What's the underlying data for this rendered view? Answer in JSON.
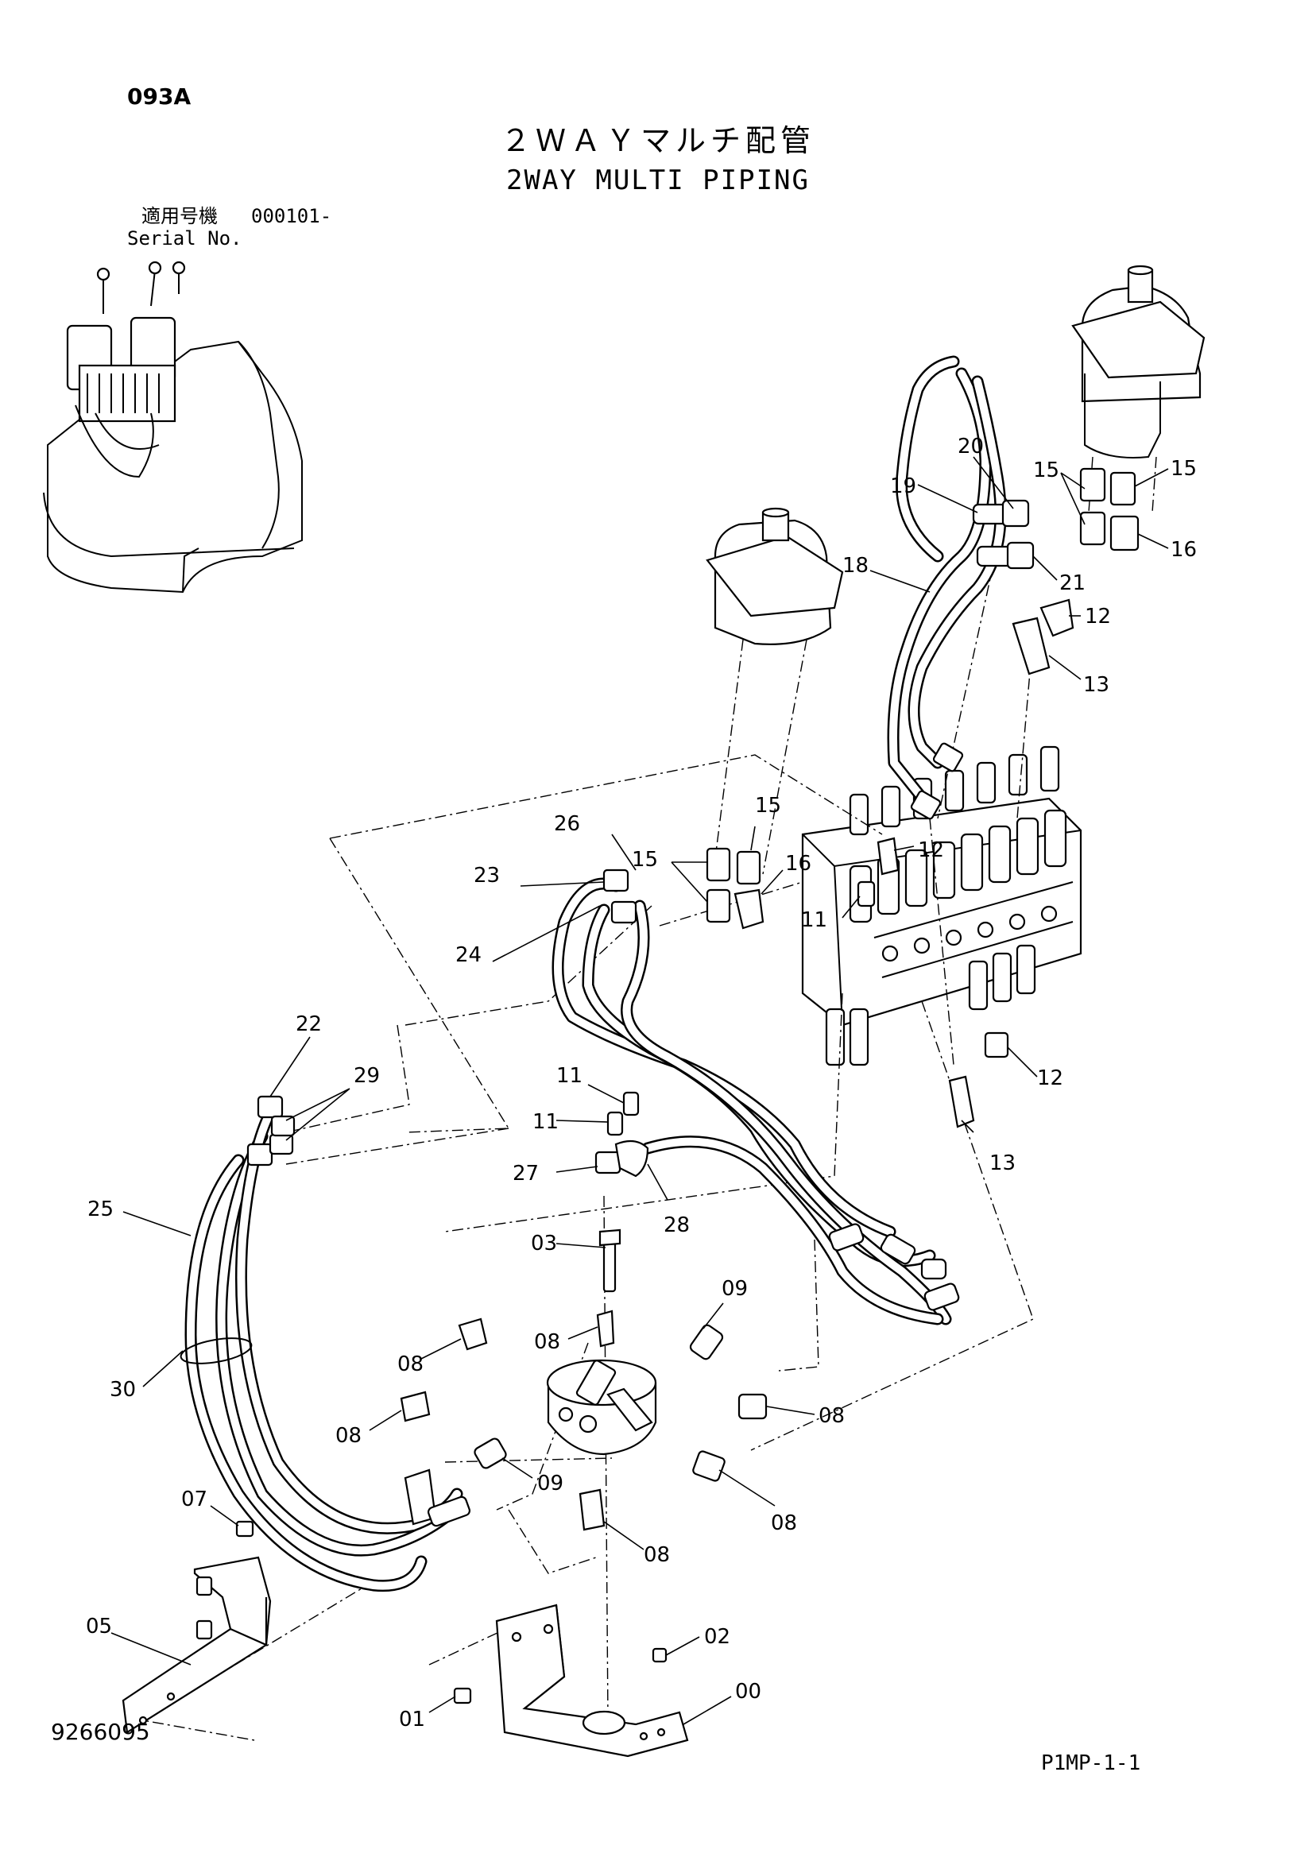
{
  "header": {
    "page_code": "093A",
    "title_jp": "２ＷＡＹマルチ配管",
    "title_en": "2WAY MULTI PIPING",
    "serial_label_jp": "適用号機",
    "serial_number": "000101-",
    "serial_label_en": "Serial No."
  },
  "footer": {
    "drawing_number": "9266095",
    "page_ref": "P1MP-1-1"
  },
  "callouts": [
    {
      "id": "c20",
      "label": "20"
    },
    {
      "id": "c19",
      "label": "19"
    },
    {
      "id": "c15a",
      "label": "15"
    },
    {
      "id": "c15b",
      "label": "15"
    },
    {
      "id": "c16a",
      "label": "16"
    },
    {
      "id": "c18",
      "label": "18"
    },
    {
      "id": "c21",
      "label": "21"
    },
    {
      "id": "c12a",
      "label": "12"
    },
    {
      "id": "c13a",
      "label": "13"
    },
    {
      "id": "c15c",
      "label": "15"
    },
    {
      "id": "c26",
      "label": "26"
    },
    {
      "id": "c15d",
      "label": "15"
    },
    {
      "id": "c23",
      "label": "23"
    },
    {
      "id": "c16b",
      "label": "16"
    },
    {
      "id": "c12b",
      "label": "12"
    },
    {
      "id": "c11a",
      "label": "11"
    },
    {
      "id": "c24",
      "label": "24"
    },
    {
      "id": "c22",
      "label": "22"
    },
    {
      "id": "c29",
      "label": "29"
    },
    {
      "id": "c11b",
      "label": "11"
    },
    {
      "id": "c11c",
      "label": "11"
    },
    {
      "id": "c12c",
      "label": "12"
    },
    {
      "id": "c27",
      "label": "27"
    },
    {
      "id": "c13b",
      "label": "13"
    },
    {
      "id": "c25",
      "label": "25"
    },
    {
      "id": "c28",
      "label": "28"
    },
    {
      "id": "c03",
      "label": "03"
    },
    {
      "id": "c09a",
      "label": "09"
    },
    {
      "id": "c08a",
      "label": "08"
    },
    {
      "id": "c08b",
      "label": "08"
    },
    {
      "id": "c30",
      "label": "30"
    },
    {
      "id": "c08c",
      "label": "08"
    },
    {
      "id": "c08d",
      "label": "08"
    },
    {
      "id": "c09b",
      "label": "09"
    },
    {
      "id": "c07",
      "label": "07"
    },
    {
      "id": "c08e",
      "label": "08"
    },
    {
      "id": "c08f",
      "label": "08"
    },
    {
      "id": "c05",
      "label": "05"
    },
    {
      "id": "c02",
      "label": "02"
    },
    {
      "id": "c00",
      "label": "00"
    },
    {
      "id": "c01",
      "label": "01"
    }
  ]
}
